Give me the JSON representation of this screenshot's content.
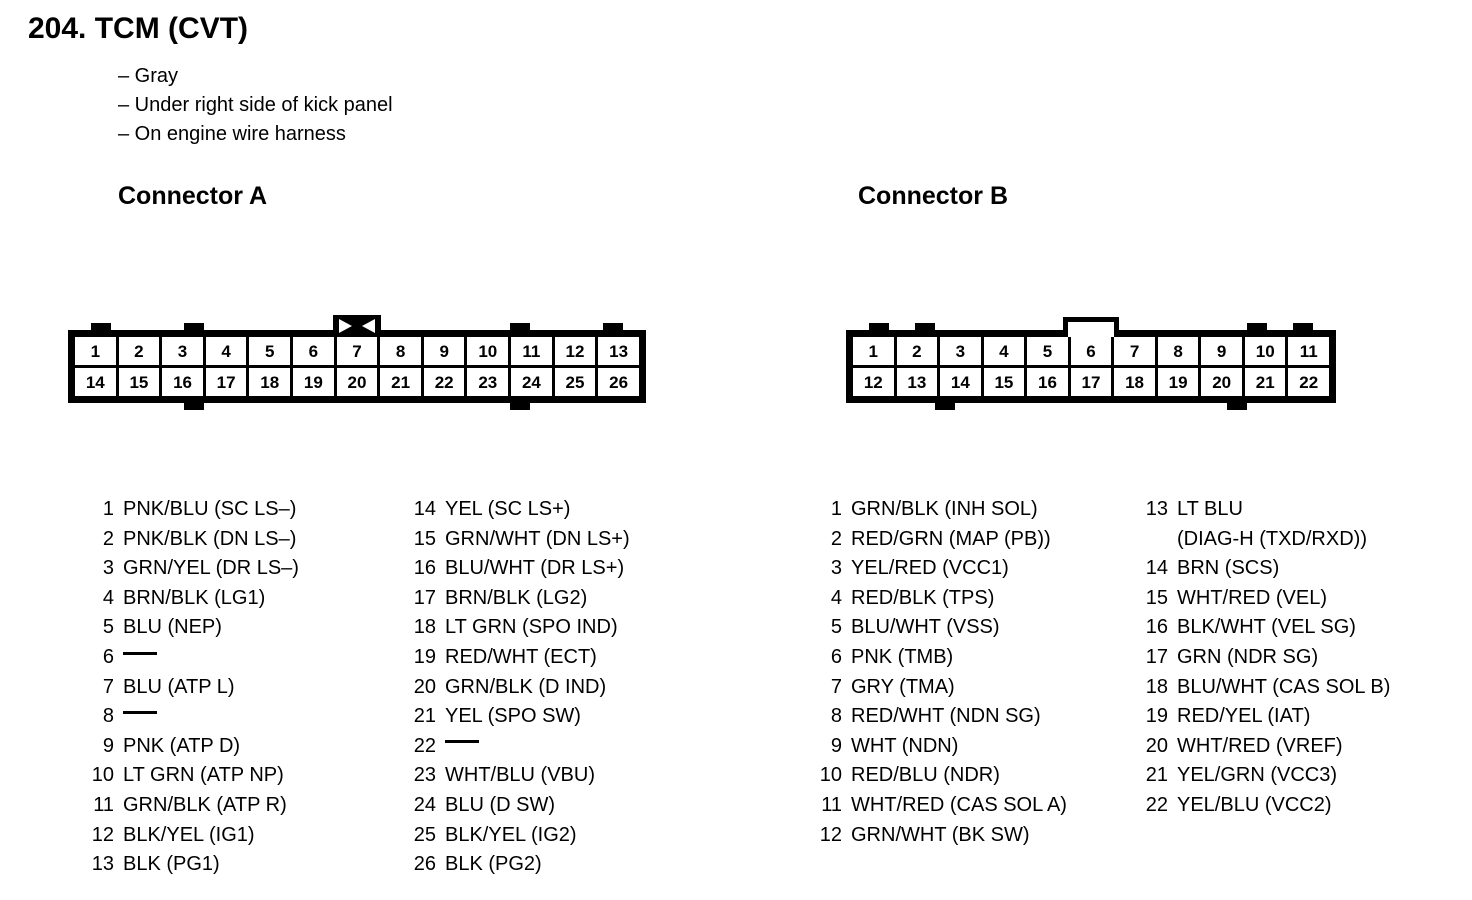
{
  "title": "204. TCM (CVT)",
  "specs": [
    "– Gray",
    "– Under right side of kick panel",
    "– On engine wire harness"
  ],
  "connector_a": {
    "heading": "Connector A",
    "diagram": {
      "top_row": [
        "1",
        "2",
        "3",
        "4",
        "5",
        "6",
        "7",
        "8",
        "9",
        "10",
        "11",
        "12",
        "13"
      ],
      "bottom_row": [
        "14",
        "15",
        "16",
        "17",
        "18",
        "19",
        "20",
        "21",
        "22",
        "23",
        "24",
        "25",
        "26"
      ],
      "latch_style": "filled-bowtie"
    },
    "pins_col1": [
      {
        "no": "1",
        "label": "PNK/BLU (SC LS–)"
      },
      {
        "no": "2",
        "label": "PNK/BLK (DN LS–)"
      },
      {
        "no": "3",
        "label": "GRN/YEL (DR LS–)"
      },
      {
        "no": "4",
        "label": "BRN/BLK (LG1)"
      },
      {
        "no": "5",
        "label": "BLU (NEP)"
      },
      {
        "no": "6",
        "label": ""
      },
      {
        "no": "7",
        "label": "BLU (ATP L)"
      },
      {
        "no": "8",
        "label": ""
      },
      {
        "no": "9",
        "label": "PNK (ATP D)"
      },
      {
        "no": "10",
        "label": "LT GRN (ATP NP)"
      },
      {
        "no": "11",
        "label": "GRN/BLK (ATP R)"
      },
      {
        "no": "12",
        "label": "BLK/YEL (IG1)"
      },
      {
        "no": "13",
        "label": "BLK (PG1)"
      }
    ],
    "pins_col2": [
      {
        "no": "14",
        "label": "YEL (SC LS+)"
      },
      {
        "no": "15",
        "label": "GRN/WHT (DN LS+)"
      },
      {
        "no": "16",
        "label": "BLU/WHT (DR LS+)"
      },
      {
        "no": "17",
        "label": "BRN/BLK (LG2)"
      },
      {
        "no": "18",
        "label": "LT GRN (SPO IND)"
      },
      {
        "no": "19",
        "label": "RED/WHT (ECT)"
      },
      {
        "no": "20",
        "label": "GRN/BLK (D IND)"
      },
      {
        "no": "21",
        "label": "YEL (SPO SW)"
      },
      {
        "no": "22",
        "label": ""
      },
      {
        "no": "23",
        "label": "WHT/BLU (VBU)"
      },
      {
        "no": "24",
        "label": "BLU (D SW)"
      },
      {
        "no": "25",
        "label": "BLK/YEL (IG2)"
      },
      {
        "no": "26",
        "label": "BLK (PG2)"
      }
    ]
  },
  "connector_b": {
    "heading": "Connector B",
    "diagram": {
      "top_row": [
        "1",
        "2",
        "3",
        "4",
        "5",
        "6",
        "7",
        "8",
        "9",
        "10",
        "11"
      ],
      "bottom_row": [
        "12",
        "13",
        "14",
        "15",
        "16",
        "17",
        "18",
        "19",
        "20",
        "21",
        "22"
      ],
      "latch_style": "hollow-rectangle"
    },
    "pins_col1": [
      {
        "no": "1",
        "label": "GRN/BLK (INH SOL)"
      },
      {
        "no": "2",
        "label": "RED/GRN (MAP (PB))"
      },
      {
        "no": "3",
        "label": "YEL/RED (VCC1)"
      },
      {
        "no": "4",
        "label": "RED/BLK (TPS)"
      },
      {
        "no": "5",
        "label": "BLU/WHT (VSS)"
      },
      {
        "no": "6",
        "label": "PNK (TMB)"
      },
      {
        "no": "7",
        "label": "GRY (TMA)"
      },
      {
        "no": "8",
        "label": "RED/WHT (NDN SG)"
      },
      {
        "no": "9",
        "label": "WHT (NDN)"
      },
      {
        "no": "10",
        "label": "RED/BLU (NDR)"
      },
      {
        "no": "11",
        "label": "WHT/RED (CAS SOL A)"
      },
      {
        "no": "12",
        "label": "GRN/WHT (BK SW)"
      }
    ],
    "pins_col2": [
      {
        "no": "13",
        "label": "LT BLU\n(DIAG-H (TXD/RXD))"
      },
      {
        "no": "14",
        "label": "BRN (SCS)"
      },
      {
        "no": "15",
        "label": "WHT/RED (VEL)"
      },
      {
        "no": "16",
        "label": "BLK/WHT (VEL SG)"
      },
      {
        "no": "17",
        "label": "GRN (NDR SG)"
      },
      {
        "no": "18",
        "label": "BLU/WHT (CAS SOL B)"
      },
      {
        "no": "19",
        "label": "RED/YEL (IAT)"
      },
      {
        "no": "20",
        "label": "WHT/RED (VREF)"
      },
      {
        "no": "21",
        "label": "YEL/GRN (VCC3)"
      },
      {
        "no": "22",
        "label": "YEL/BLU (VCC2)"
      }
    ]
  },
  "colors": {
    "ink": "#000000",
    "paper": "#ffffff"
  }
}
